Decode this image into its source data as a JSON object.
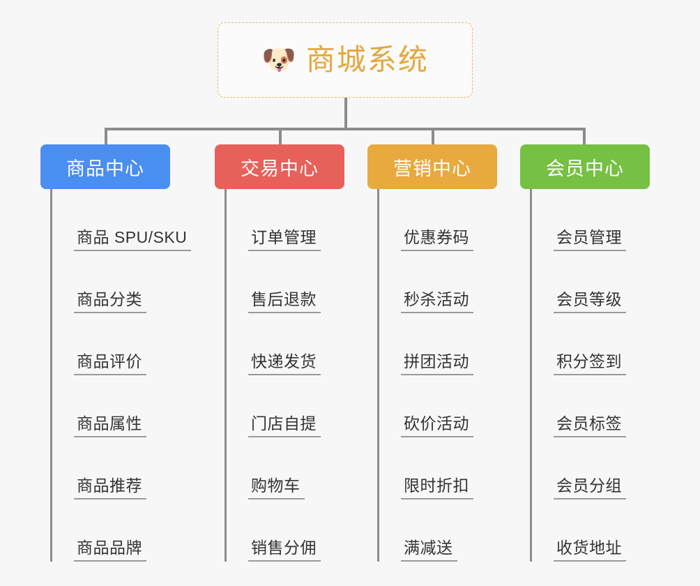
{
  "root": {
    "icon": "dog-face-emoji",
    "emoji": "🐶",
    "title": "商城系统",
    "border_color": "#e8b860",
    "title_color": "#e3a83d"
  },
  "colors": {
    "background": "#f7f7f7",
    "connector": "#8c8c8c",
    "underline": "#9a9a9a",
    "leaf_text": "#333333",
    "blue": "#4a8ef0",
    "red": "#e8605a",
    "orange": "#e8a93f",
    "green": "#76c043"
  },
  "branches": [
    {
      "id": "product-center",
      "label": "商品中心",
      "color": "#4a8ef0",
      "items": [
        "商品 SPU/SKU",
        "商品分类",
        "商品评价",
        "商品属性",
        "商品推荐",
        "商品品牌"
      ]
    },
    {
      "id": "trade-center",
      "label": "交易中心",
      "color": "#e8605a",
      "items": [
        "订单管理",
        "售后退款",
        "快递发货",
        "门店自提",
        "购物车",
        "销售分佣"
      ]
    },
    {
      "id": "marketing-center",
      "label": "营销中心",
      "color": "#e8a93f",
      "items": [
        "优惠券码",
        "秒杀活动",
        "拼团活动",
        "砍价活动",
        "限时折扣",
        "满减送"
      ]
    },
    {
      "id": "member-center",
      "label": "会员中心",
      "color": "#76c043",
      "items": [
        "会员管理",
        "会员等级",
        "积分签到",
        "会员标签",
        "会员分组",
        "收货地址"
      ]
    }
  ]
}
